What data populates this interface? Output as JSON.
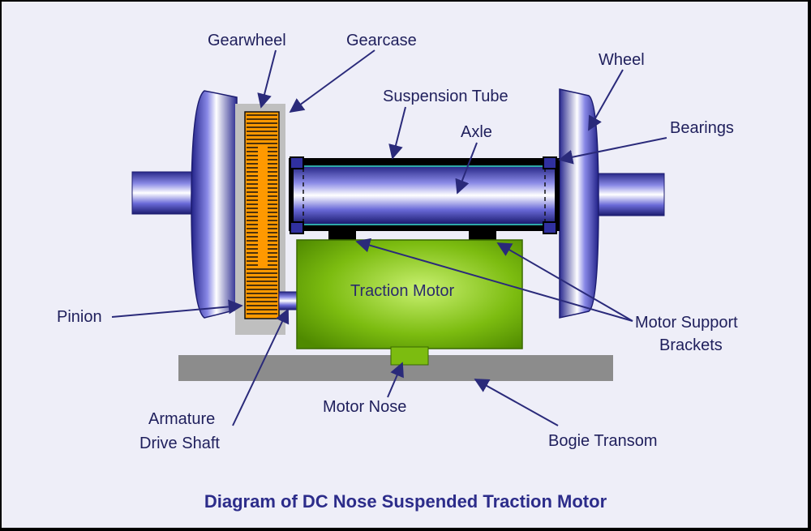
{
  "diagram": {
    "caption": "Diagram of DC Nose Suspended Traction Motor",
    "parts": {
      "traction_motor": "Traction Motor"
    },
    "labels": {
      "gearwheel": "Gearwheel",
      "gearcase": "Gearcase",
      "wheel": "Wheel",
      "suspension_tube": "Suspension Tube",
      "axle": "Axle",
      "bearings": "Bearings",
      "pinion": "Pinion",
      "motor_support_brackets_line1": "Motor Support",
      "motor_support_brackets_line2": "Brackets",
      "motor_nose": "Motor Nose",
      "armature_drive_shaft_line1": "Armature",
      "armature_drive_shaft_line2": "Drive Shaft",
      "bogie_transom": "Bogie Transom"
    },
    "colors": {
      "frame_background": "#eeeef8",
      "metal_blue": "#5b5bd0",
      "gear_orange": "#ff9900",
      "motor_green": "#77b800",
      "gearcase_grey": "#bfbfbf",
      "transom_grey": "#8c8c8c",
      "label_text": "#1f1f5c",
      "caption_text": "#2c2c8a",
      "leader_line": "#2a2a7a"
    }
  }
}
